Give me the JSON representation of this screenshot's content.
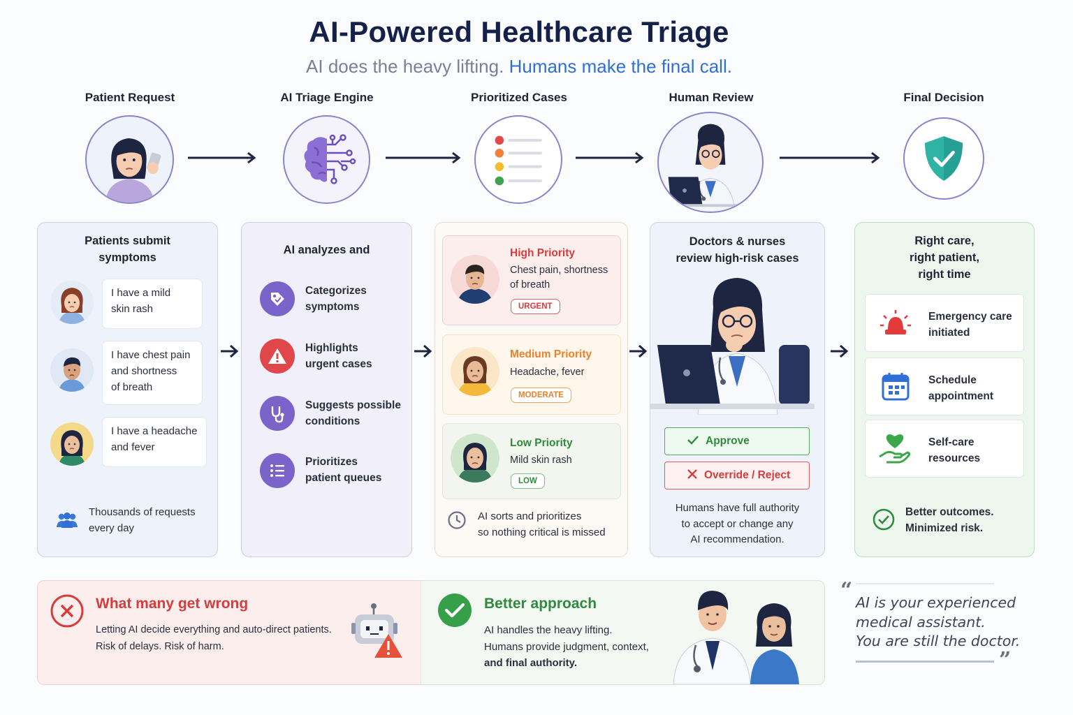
{
  "header": {
    "title": "AI-Powered Healthcare Triage",
    "subtitle_part1": "AI does the heavy lifting.",
    "subtitle_part2": "Humans make the final call."
  },
  "stages": [
    {
      "label": "Patient Request"
    },
    {
      "label": "AI Triage Engine"
    },
    {
      "label": "Prioritized Cases"
    },
    {
      "label": "Human Review"
    },
    {
      "label": "Final Decision"
    }
  ],
  "panel1": {
    "title_line1": "Patients submit",
    "title_line2": "symptoms",
    "messages": [
      {
        "line1": "I have a mild",
        "line2": "skin rash",
        "line3": ""
      },
      {
        "line1": "I have chest pain",
        "line2": "and shortness",
        "line3": "of breath"
      },
      {
        "line1": "I have a headache",
        "line2": "and fever",
        "line3": ""
      }
    ],
    "footer_line1": "Thousands of requests",
    "footer_line2": "every day"
  },
  "panel2": {
    "title": "AI analyzes and",
    "features": [
      {
        "line1": "Categorizes",
        "line2": "symptoms",
        "icon": "tag-icon",
        "color": "#7a63c9"
      },
      {
        "line1": "Highlights",
        "line2": "urgent cases",
        "icon": "warning-icon",
        "color": "#e0474b"
      },
      {
        "line1": "Suggests possible",
        "line2": "conditions",
        "icon": "stethoscope-icon",
        "color": "#7a63c9"
      },
      {
        "line1": "Prioritizes",
        "line2": "patient queues",
        "icon": "list-icon",
        "color": "#7a63c9"
      }
    ]
  },
  "panel3": {
    "cases": [
      {
        "priority": "High Priority",
        "desc_line1": "Chest pain, shortness",
        "desc_line2": "of breath",
        "badge": "URGENT",
        "color": "#d93b3b"
      },
      {
        "priority": "Medium Priority",
        "desc_line1": "Headache, fever",
        "desc_line2": "",
        "badge": "MODERATE",
        "color": "#e8822d"
      },
      {
        "priority": "Low Priority",
        "desc_line1": "Mild skin rash",
        "desc_line2": "",
        "badge": "LOW",
        "color": "#2f8a3e"
      }
    ],
    "footer_line1": "AI sorts and prioritizes",
    "footer_line2": "so nothing critical is missed"
  },
  "panel4": {
    "title_line1": "Doctors & nurses",
    "title_line2": "review high-risk cases",
    "approve_label": "Approve",
    "reject_label": "Override / Reject",
    "footer_line1": "Humans have full authority",
    "footer_line2": "to accept or change any",
    "footer_line3": "AI recommendation."
  },
  "panel5": {
    "title_line1": "Right care,",
    "title_line2": "right patient,",
    "title_line3": "right time",
    "outcomes": [
      {
        "line1": "Emergency care",
        "line2": "initiated",
        "icon": "alarm-icon"
      },
      {
        "line1": "Schedule",
        "line2": "appointment",
        "icon": "calendar-icon"
      },
      {
        "line1": "Self-care",
        "line2": "resources",
        "icon": "heart-hand-icon"
      }
    ],
    "footer_line1": "Better outcomes.",
    "footer_line2": "Minimized risk."
  },
  "wrong": {
    "title": "What many get wrong",
    "line1": "Letting AI decide everything and auto-direct patients.",
    "line2": "Risk of delays. Risk of harm."
  },
  "better": {
    "title": "Better approach",
    "line1": "AI handles the heavy lifting.",
    "line2": "Humans provide judgment, context,",
    "line3": "and final authority."
  },
  "quote": {
    "line1": "AI is your experienced",
    "line2": "medical assistant.",
    "line3": "You are still the doctor."
  },
  "colors": {
    "title": "#16214a",
    "accent_blue": "#2f6fd6",
    "purple": "#7a63c9",
    "red": "#d93b3b",
    "orange": "#e8822d",
    "green": "#2f8a3e"
  }
}
